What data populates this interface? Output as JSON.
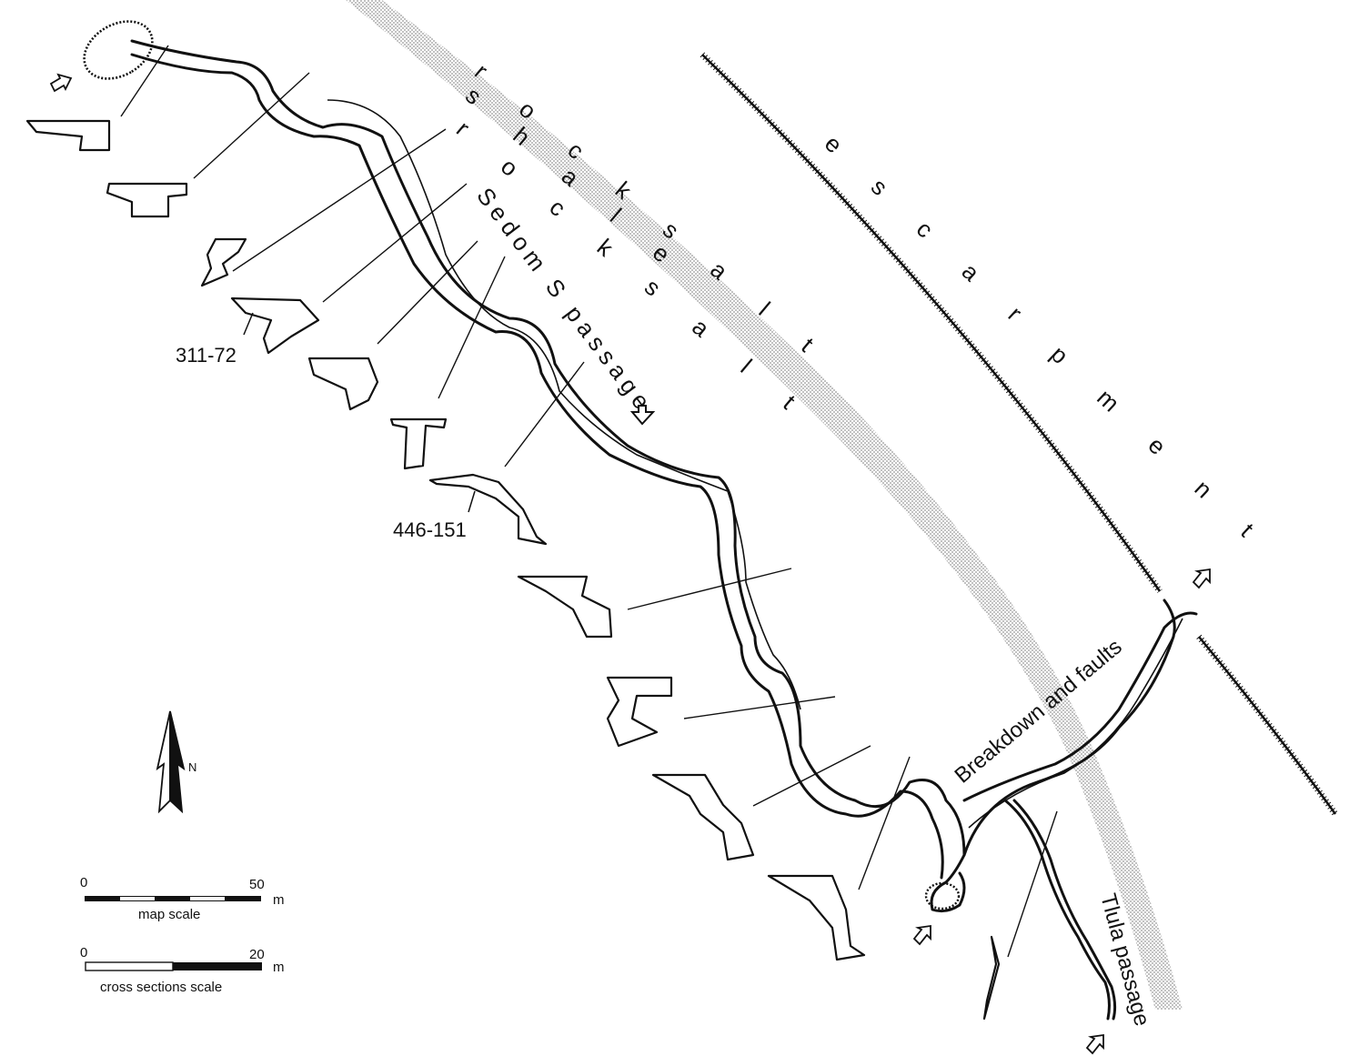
{
  "map": {
    "type": "cave survey plan with cross sections",
    "labels": {
      "rock_salt_outer": "r o c k  s a l t",
      "shale": "s h a l e",
      "rock_salt_inner": "r o c k  s a l t",
      "sedom_passage": "Sedom S passage",
      "escarpment": "e s c a r p m e n t",
      "breakdown": "Breakdown and faults",
      "tlula_passage": "Tlula passage",
      "station_1": "311-72",
      "station_2": "446-151"
    },
    "north_arrow": {
      "label": "N"
    },
    "scales": {
      "map": {
        "start": "0",
        "end": "50",
        "unit": "m",
        "caption": "map scale"
      },
      "cross_sections": {
        "start": "0",
        "end": "20",
        "unit": "m",
        "caption": "cross sections scale"
      }
    },
    "colors": {
      "ink": "#111111",
      "stipple": "#b8b8b8",
      "background": "#ffffff"
    }
  }
}
